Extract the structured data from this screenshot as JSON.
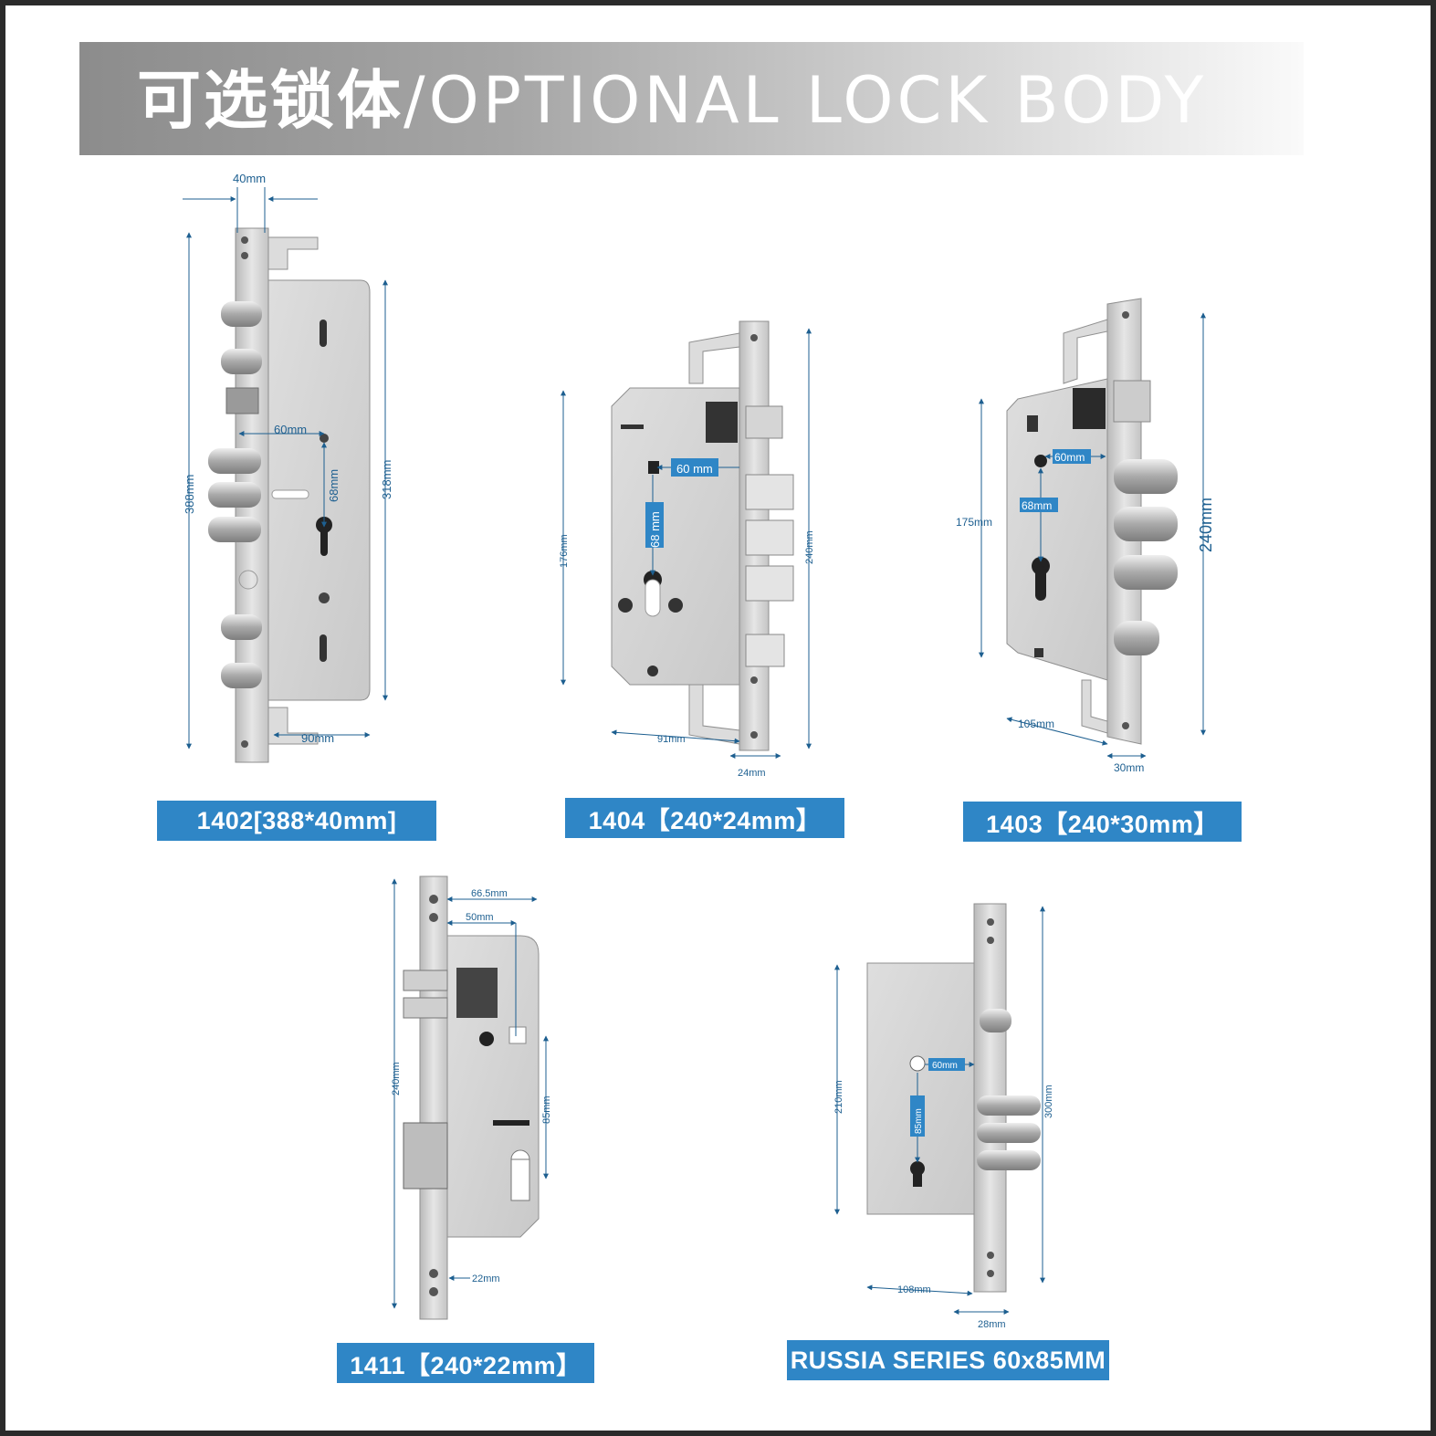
{
  "header": {
    "title_cn": "可选锁体",
    "title_sep": "/",
    "title_en": "OPTIONAL LOCK BODY"
  },
  "locks": [
    {
      "label": "1402[388*40mm]",
      "dims": {
        "faceplate_width": "40mm",
        "height": "388mm",
        "body_height": "318mm",
        "backset": "60mm",
        "center": "68mm",
        "body_depth": "90mm"
      }
    },
    {
      "label": "1404【240*24mm】",
      "dims": {
        "backset": "60 mm",
        "center": "68 mm",
        "body_height": "176mm",
        "height": "240mm",
        "body_depth": "91mm",
        "faceplate_width": "24mm"
      }
    },
    {
      "label": "1403【240*30mm】",
      "dims": {
        "backset": "60mm",
        "center": "68mm",
        "body_height": "175mm",
        "height": "240mm",
        "body_depth": "105mm",
        "faceplate_width": "30mm"
      }
    },
    {
      "label": "1411【240*22mm】",
      "dims": {
        "depth": "66.5mm",
        "backset": "50mm",
        "height": "240mm",
        "center": "85mm",
        "faceplate_width": "22mm"
      }
    },
    {
      "label": "RUSSIA SERIES 60x85MM",
      "dims": {
        "backset": "60mm",
        "center": "85mm",
        "body_height": "210mm",
        "height": "300mm",
        "body_depth": "108mm",
        "faceplate_width": "28mm"
      }
    }
  ],
  "colors": {
    "label_bg": "#2f86c6",
    "dimension": "#1d5f90",
    "steel": "#d0d0d0",
    "frame": "#2b2b2b"
  }
}
